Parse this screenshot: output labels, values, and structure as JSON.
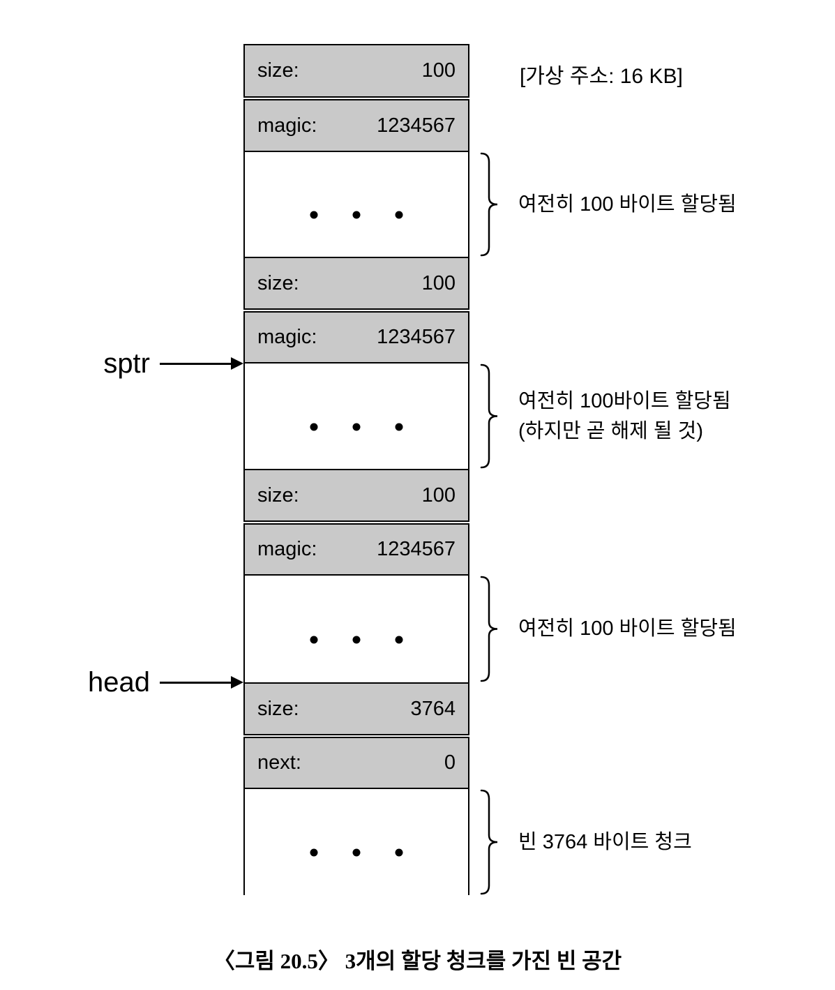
{
  "colors": {
    "header_fill": "#c9c9c9",
    "line": "#000000"
  },
  "top_note": "[가상 주소: 16 KB]",
  "pointers": {
    "sptr": "sptr",
    "head": "head"
  },
  "memory": {
    "headers": [
      {
        "field": "size:",
        "value": "100"
      },
      {
        "field": "magic:",
        "value": "1234567"
      },
      {
        "field": "size:",
        "value": "100"
      },
      {
        "field": "magic:",
        "value": "1234567"
      },
      {
        "field": "size:",
        "value": "100"
      },
      {
        "field": "magic:",
        "value": "1234567"
      },
      {
        "field": "size:",
        "value": "3764"
      },
      {
        "field": "next:",
        "value": "0"
      }
    ]
  },
  "annotations": [
    {
      "lines": [
        "여전히 100 바이트 할당됨"
      ]
    },
    {
      "lines": [
        "여전히 100바이트 할당됨",
        "(하지만 곧 해제 될 것)"
      ]
    },
    {
      "lines": [
        "여전히 100 바이트 할당됨"
      ]
    },
    {
      "lines": [
        "빈 3764 바이트 청크"
      ]
    }
  ],
  "caption": "〈그림 20.5〉 3개의 할당 청크를 가진 빈 공간"
}
